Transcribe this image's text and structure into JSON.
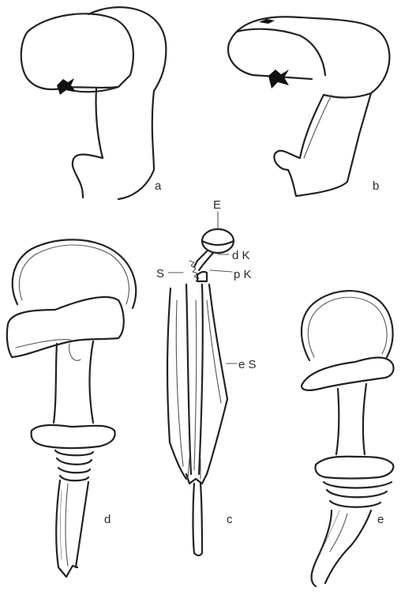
{
  "figure": {
    "panel_labels": {
      "a": "a",
      "b": "b",
      "c": "c",
      "d": "d",
      "e": "e"
    },
    "annotations": {
      "E": "E",
      "dK": "d K",
      "S": "S",
      "pK": "p K",
      "eS": "e S"
    },
    "colors": {
      "ink": "#222222",
      "fine_line": "#777777",
      "background": "#ffffff"
    }
  }
}
